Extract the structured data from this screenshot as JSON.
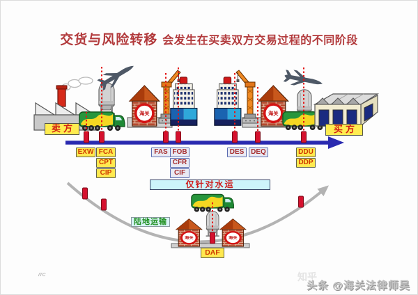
{
  "title": {
    "emphasis": "交货与风险转移",
    "rest": "会发生在买卖双方交易过程的不同阶段"
  },
  "labels": {
    "seller": "卖方",
    "buyer": "买方",
    "customs": "海关",
    "water_only": "仅针对水运",
    "land_transport": "陆地运输"
  },
  "terms": {
    "exw": "EXW",
    "fca": "FCA",
    "cpt": "CPT",
    "cip": "CIP",
    "fas": "FAS",
    "fob": "FOB",
    "cfr": "CFR",
    "cif": "CIF",
    "des": "DES",
    "deq": "DEQ",
    "ddu": "DDU",
    "ddp": "DDP",
    "daf": "DAF"
  },
  "watermarks": {
    "itc": "ITC",
    "overlay": "知乎",
    "byline": "头条 @海关法律师吴晟"
  },
  "colors": {
    "title_red": "#b23a3c",
    "term_yellow_bg": "#ffe94f",
    "term_blue_bg": "#e9eaf4",
    "term_text_red": "#cf3a00",
    "arrow_blue": "#2a2ab0",
    "risk_marker_red": "#d5112e",
    "dotted_red": "#e31515",
    "curve_gray": "#b3b3b3",
    "note_cyan_bg": "#cdf4fb",
    "land_green_text": "#1e8f1e"
  }
}
